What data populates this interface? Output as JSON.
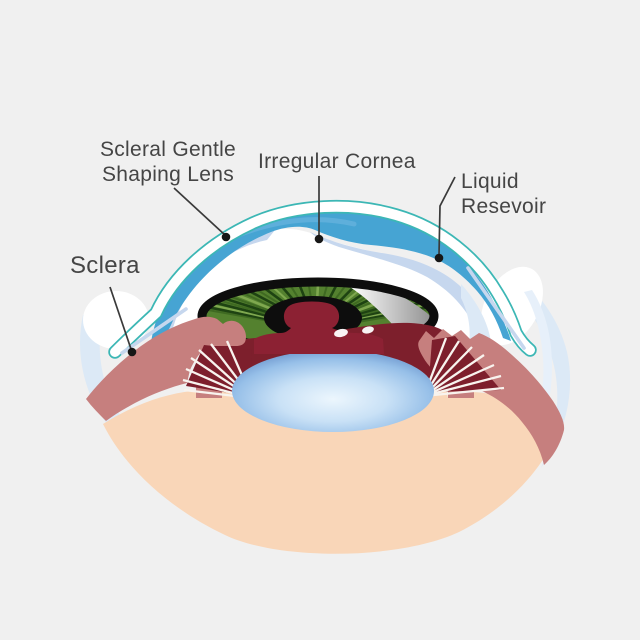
{
  "diagram": {
    "title_context": "Scleral lens on irregular cornea eye cross-section diagram",
    "labels": {
      "scleral_lens_line1": "Scleral Gentle",
      "scleral_lens_line2": "Shaping Lens",
      "irregular_cornea": "Irregular Cornea",
      "liquid_line1": "Liquid",
      "liquid_line2": "Resevoir",
      "sclera": "Sclera"
    },
    "palette": {
      "background": "#f0f0f0",
      "label_text": "#454545",
      "leader_line": "#3a3a3a",
      "leader_dot": "#161616",
      "lens_outline_teal": "#3cb7b5",
      "reservoir_blue": "#46a4d3",
      "reservoir_blue_light": "#63b2dc",
      "periwinkle": "#c6d7ee",
      "periwinkle_light": "#dce9f6",
      "cornea_white": "#ffffff",
      "sclera_tissue_pink": "#c67f7e",
      "vitreous_peach": "#f9d6b8",
      "posterior_maroon": "#7d1f2c",
      "pupil_maroon": "#8c2133",
      "zonule_stripe": "#f8f3ee",
      "iris_green": "#54812f",
      "iris_green_dark": "#1e4312",
      "iris_green_mid": "#3f6a22",
      "iris_green_light": "#7fa84f",
      "iris_outline": "#0d0d0d",
      "iris_shadow_gray": "#8f8f8f",
      "lens_blue_edge": "#5d87c4",
      "lens_blue_mid": "#96bfe8",
      "lens_blue_pale": "#c9e1f6",
      "lens_blue_center": "#ecf6fd"
    }
  }
}
